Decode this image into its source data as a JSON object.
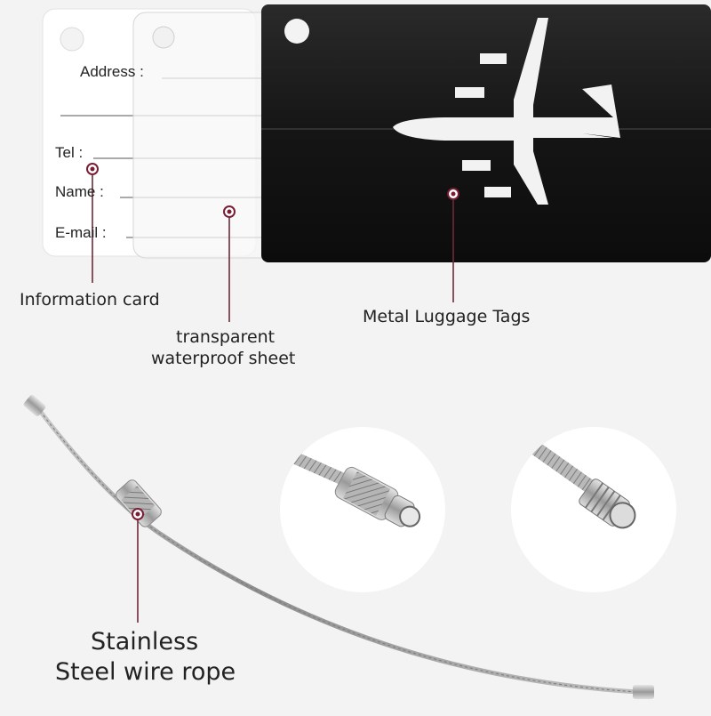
{
  "information_card": {
    "fields": [
      {
        "label": "Address :"
      },
      {
        "label": "Tel :"
      },
      {
        "label": "Name :"
      },
      {
        "label": "E-mail :"
      }
    ]
  },
  "callouts": {
    "information_card": "Information card",
    "transparent_sheet_line1": "transparent",
    "transparent_sheet_line2": "waterproof sheet",
    "metal_tags": "Metal Luggage Tags",
    "wire_rope_line1": "Stainless",
    "wire_rope_line2": "Steel wire rope"
  },
  "colors": {
    "background": "#f3f3f3",
    "metal_tag": "#141414",
    "callout_accent": "#7a1d34",
    "wire": "#a8a8a8"
  }
}
